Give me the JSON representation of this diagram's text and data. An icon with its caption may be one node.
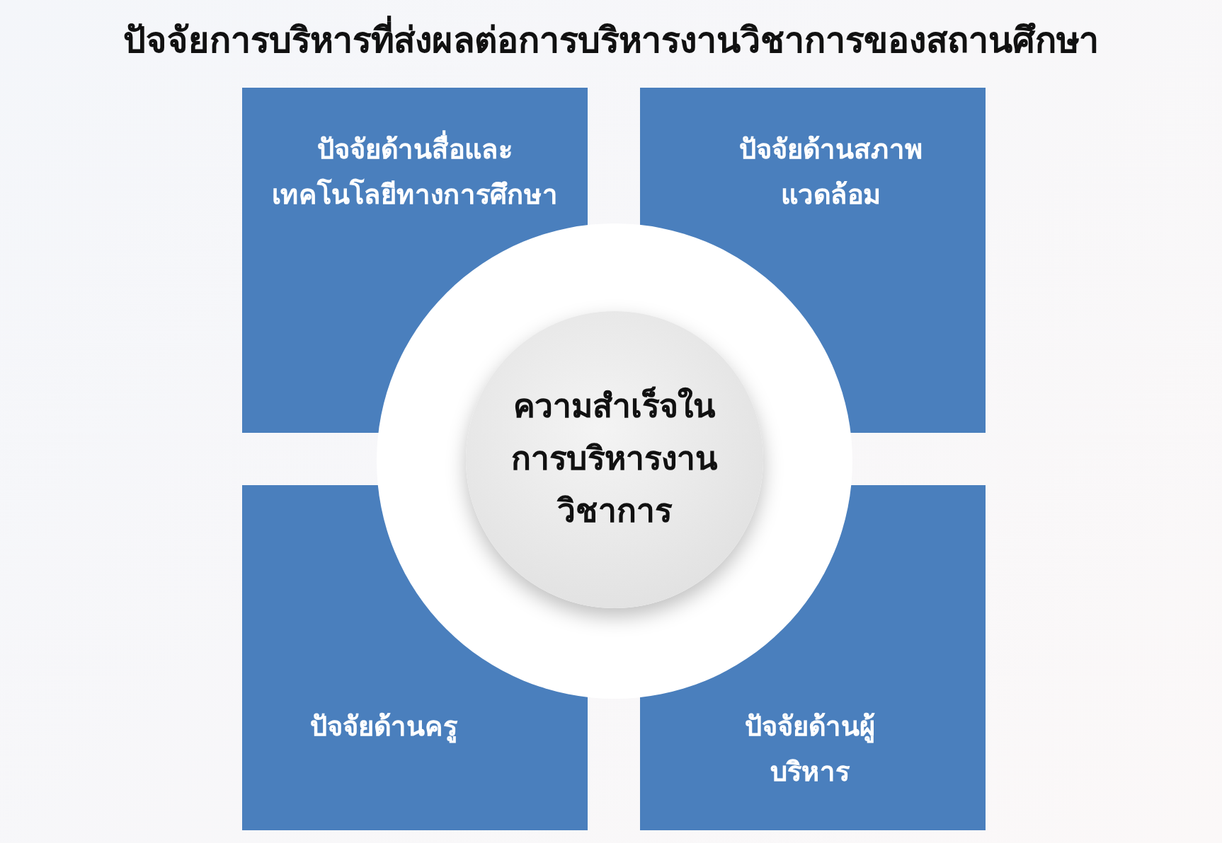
{
  "diagram": {
    "title": "ปัจจัยการบริหารที่ส่งผลต่อการบริหารงานวิชาการของสถานศึกษา",
    "nodes": [
      {
        "text": [
          "ปัจจัยด้านสื่อและเทคโนโลยีทางการศึกษา"
        ]
      },
      {
        "text": [
          "ปัจจัยด้านสภาพแวดล้อม"
        ]
      },
      {
        "text": [
          "ความสำเร็จในการบริหารงานวิชาการ"
        ]
      },
      {
        "text": [
          "ปัจจัยด้านครู"
        ]
      },
      {
        "text": [
          "ปัจจัยด้านผู้บริหาร"
        ]
      }
    ],
    "edges": []
  }
}
